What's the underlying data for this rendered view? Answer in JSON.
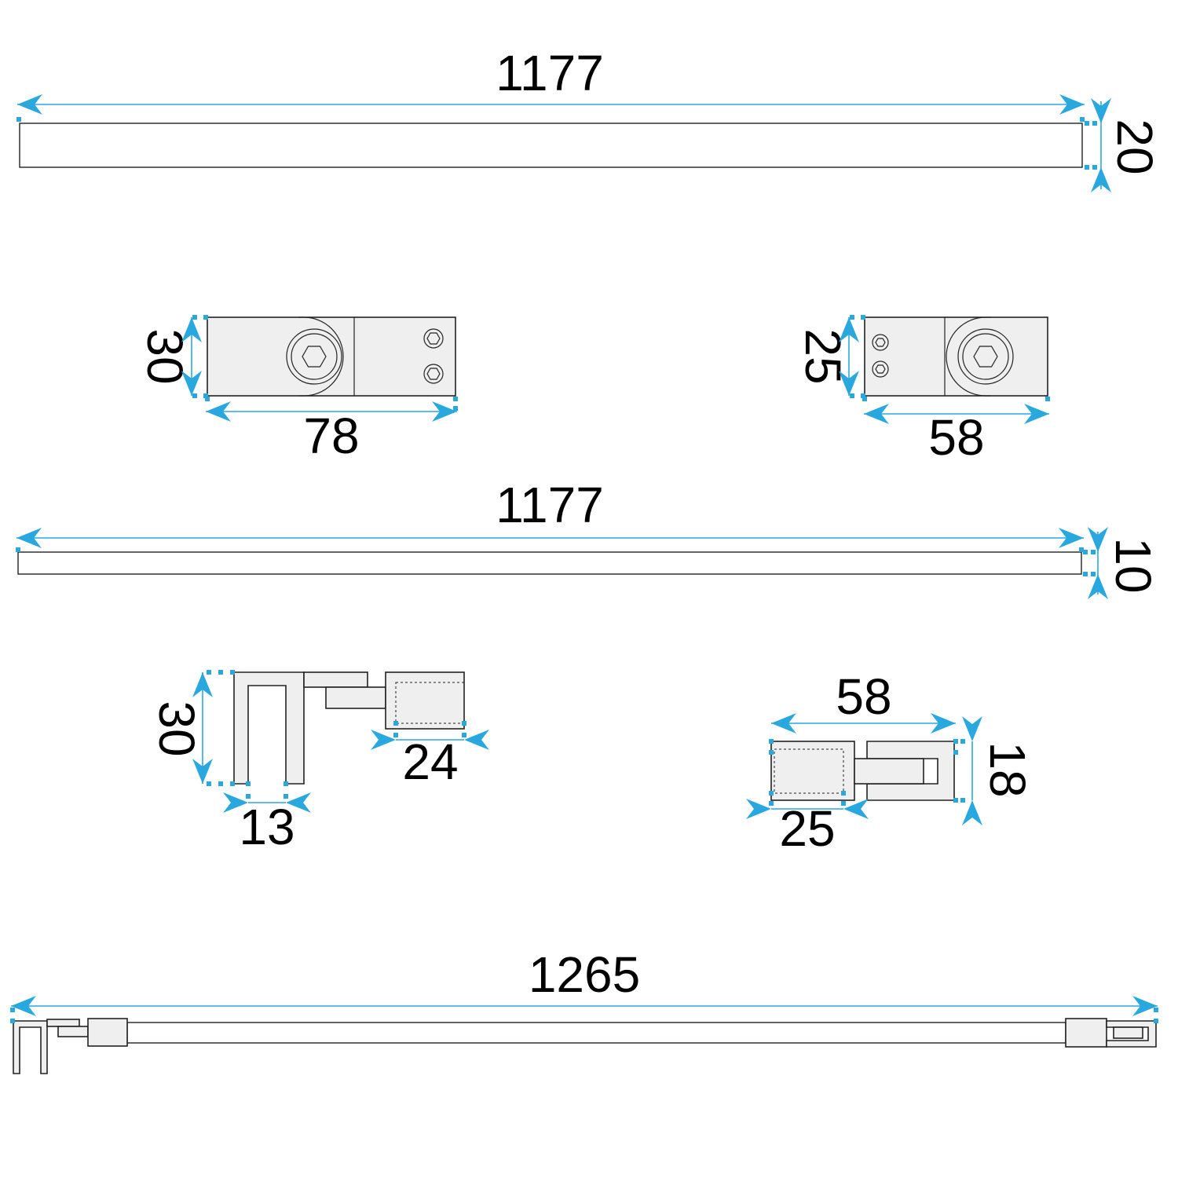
{
  "colors": {
    "dimension": "#29a8e0",
    "part_fill": "#efefef",
    "outline": "#222222"
  },
  "top_bar": {
    "length": "1177",
    "height": "20"
  },
  "left_clamp": {
    "height": "30",
    "width": "78"
  },
  "right_clamp": {
    "height": "25",
    "width": "58"
  },
  "middle_bar": {
    "length": "1177",
    "height": "10"
  },
  "wall_bracket": {
    "height": "30",
    "slot_width": "13",
    "socket_width": "24"
  },
  "glass_connector": {
    "width": "58",
    "height": "18",
    "socket_width": "25"
  },
  "assembly": {
    "length": "1265"
  }
}
